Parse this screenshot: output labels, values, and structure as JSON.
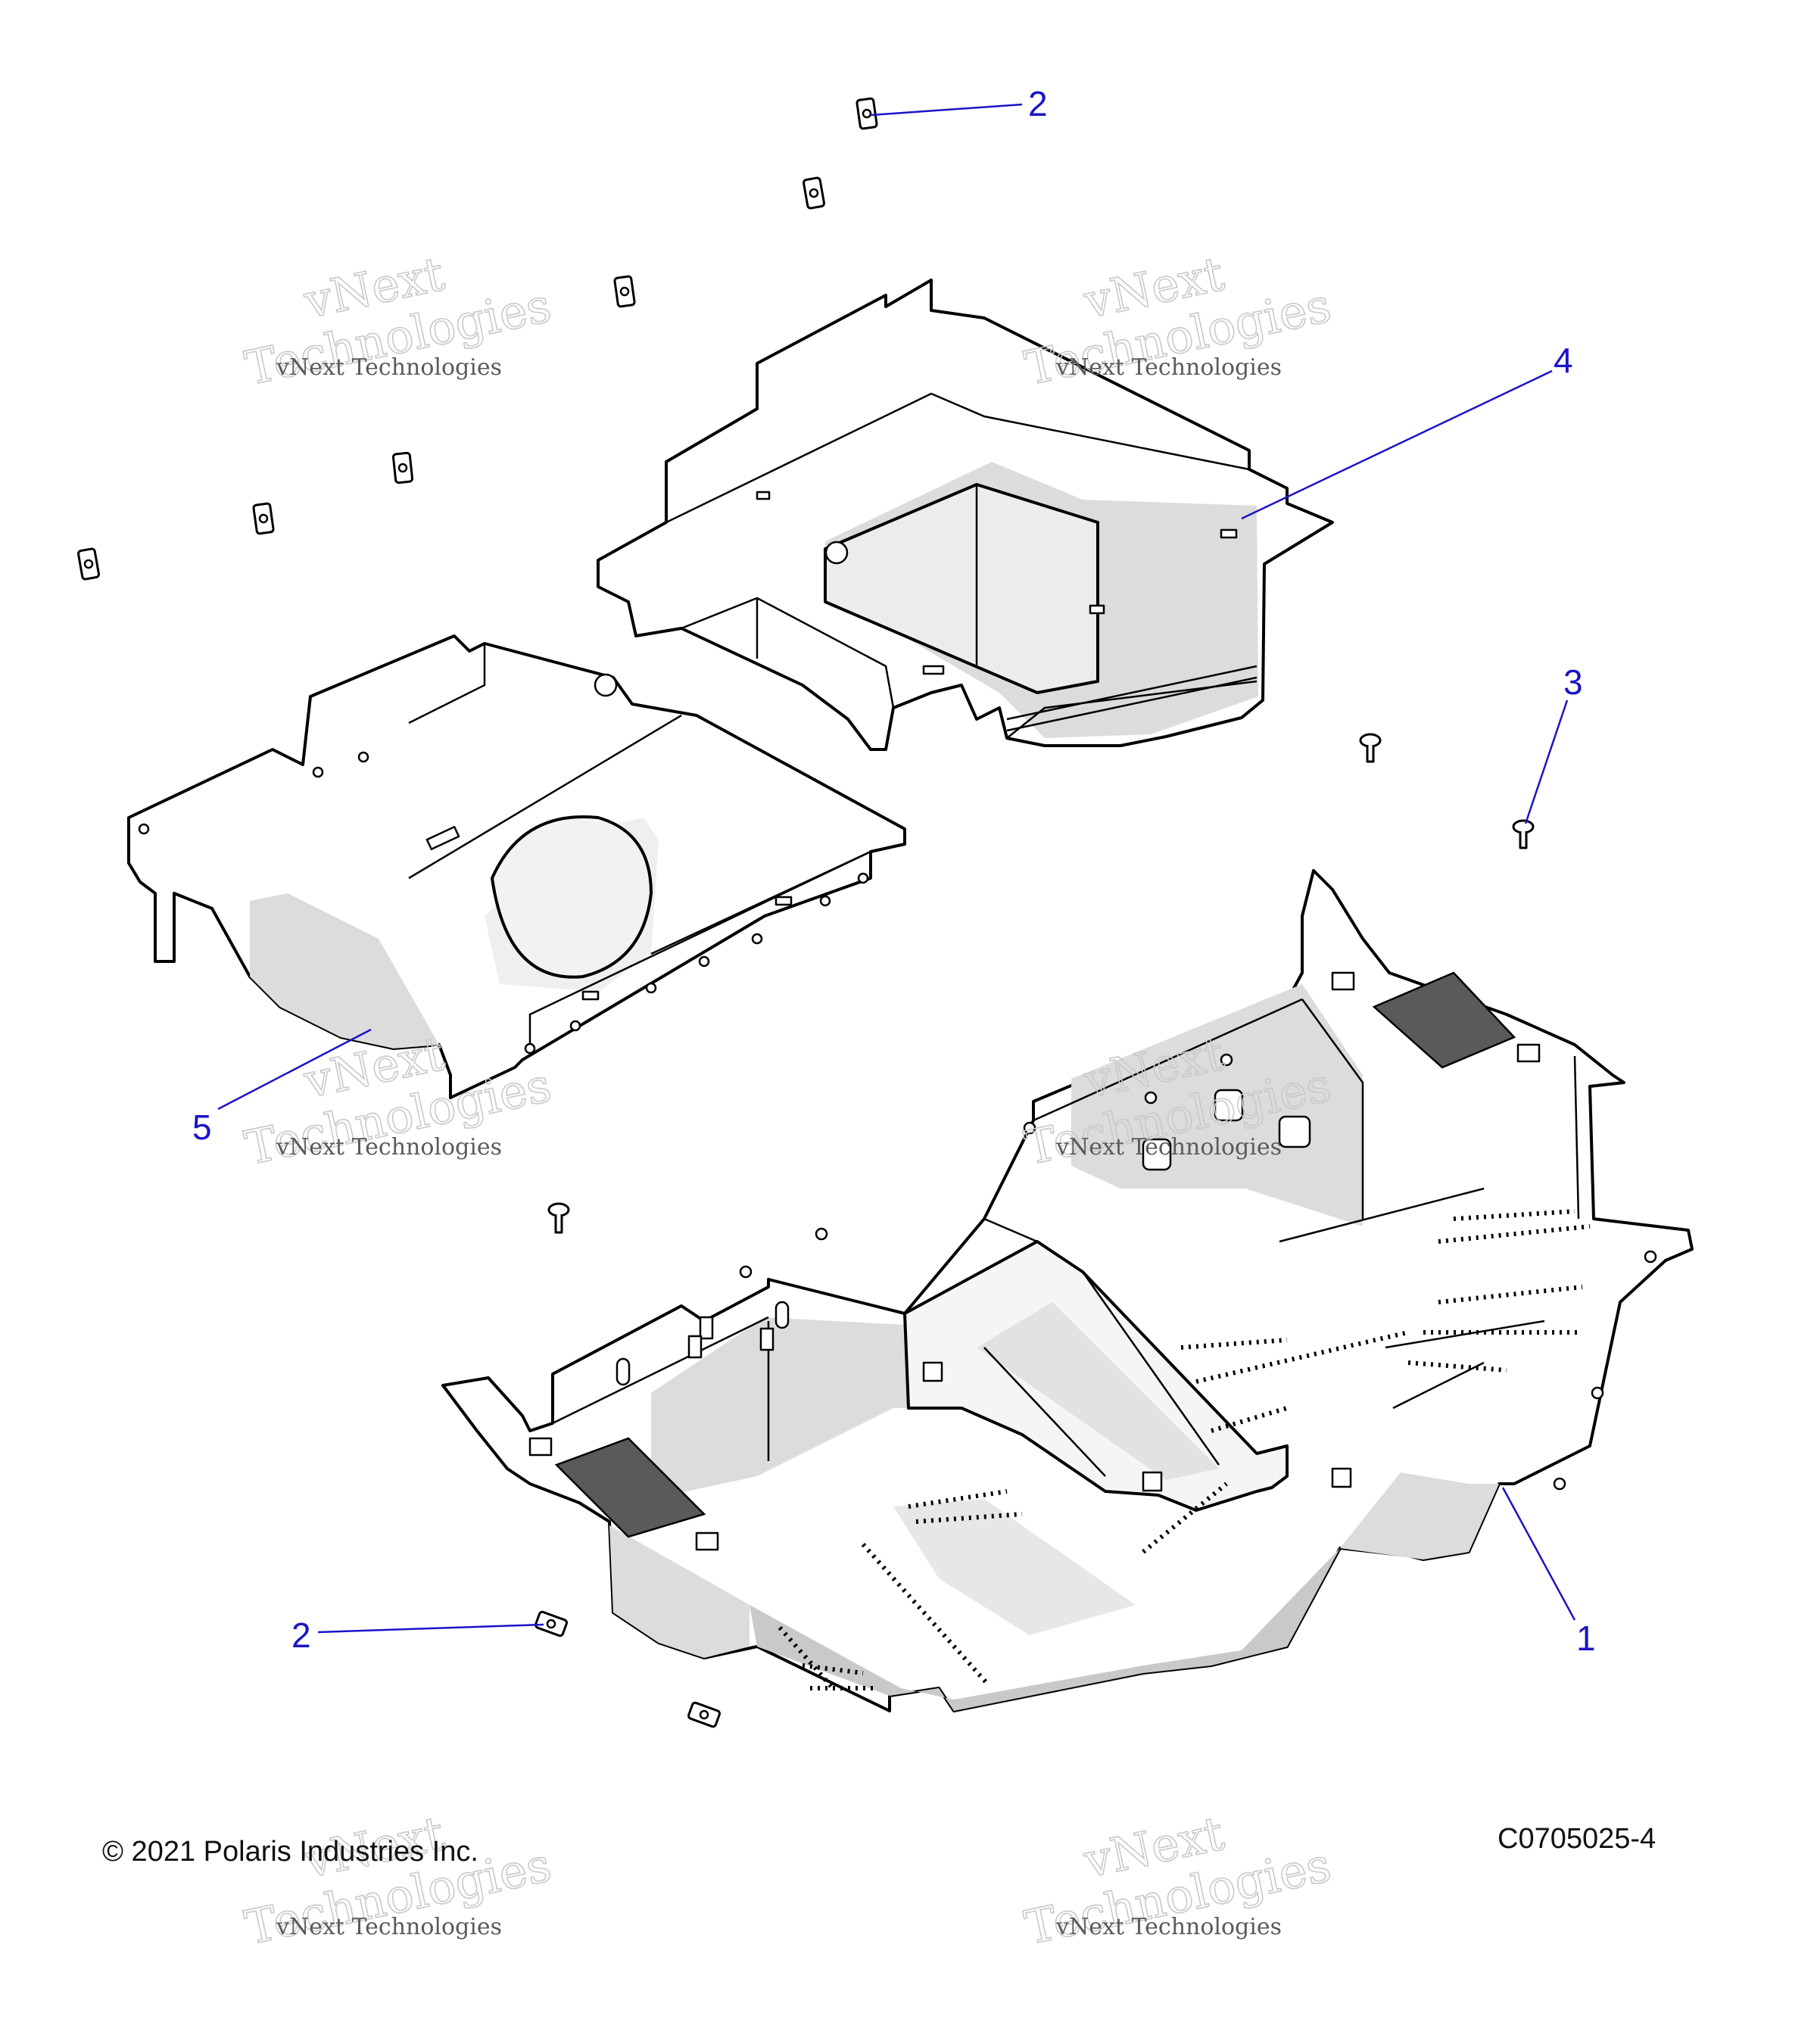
{
  "callouts": [
    {
      "label": "2"
    },
    {
      "label": "4"
    },
    {
      "label": "3"
    },
    {
      "label": "5"
    },
    {
      "label": "2"
    },
    {
      "label": "1"
    }
  ],
  "watermark": {
    "line1": "vNext",
    "line2": "Technologies",
    "caption": "vNext Technologies"
  },
  "footer": {
    "copyright": "© 2021 Polaris Industries Inc.",
    "drawing_number": "C0705025-4"
  }
}
